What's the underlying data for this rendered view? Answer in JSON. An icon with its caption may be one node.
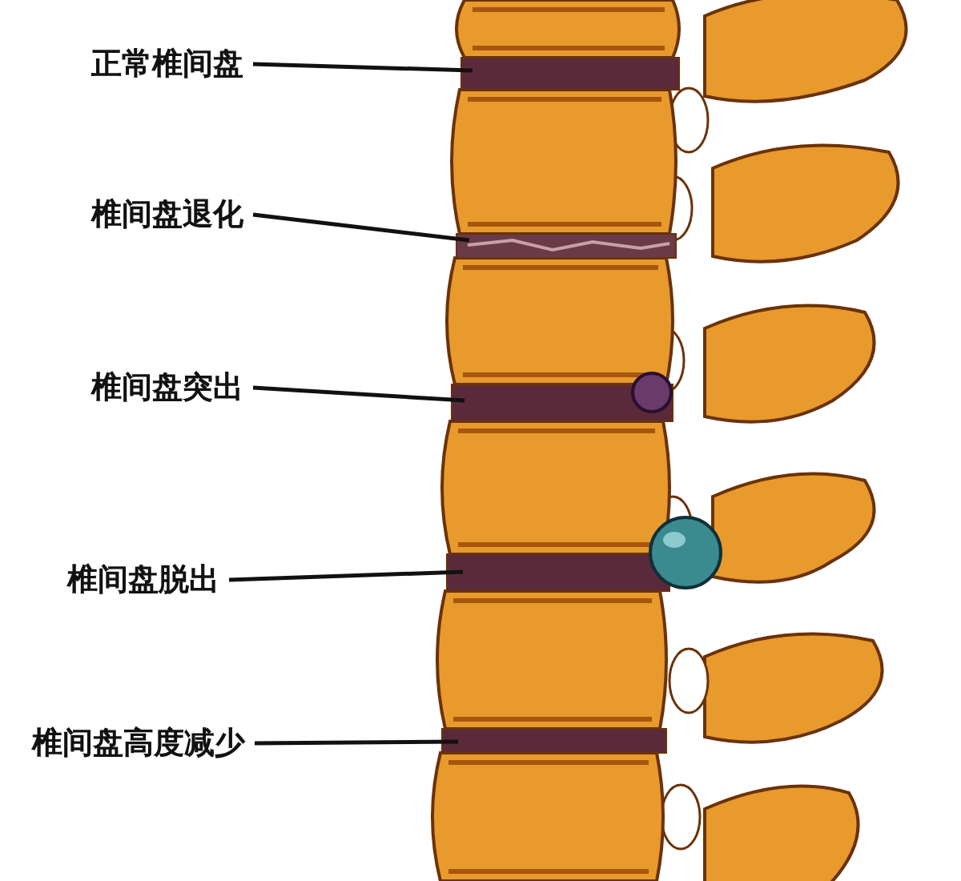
{
  "diagram": {
    "nodes": [
      {
        "text": [
          "正常椎间盘"
        ]
      },
      {
        "text": [
          "椎间盘退化"
        ]
      },
      {
        "text": [
          "椎间盘突出"
        ]
      },
      {
        "text": [
          "椎间盘脱出"
        ]
      },
      {
        "text": [
          "椎间盘高度减少"
        ]
      }
    ],
    "edges": [
      {
        "from": 0,
        "to": null,
        "arrow": "none"
      },
      {
        "from": 1,
        "to": null,
        "arrow": "none"
      },
      {
        "from": 2,
        "to": null,
        "arrow": "none"
      },
      {
        "from": 3,
        "to": null,
        "arrow": "none"
      },
      {
        "from": 4,
        "to": null,
        "arrow": "none"
      }
    ]
  }
}
